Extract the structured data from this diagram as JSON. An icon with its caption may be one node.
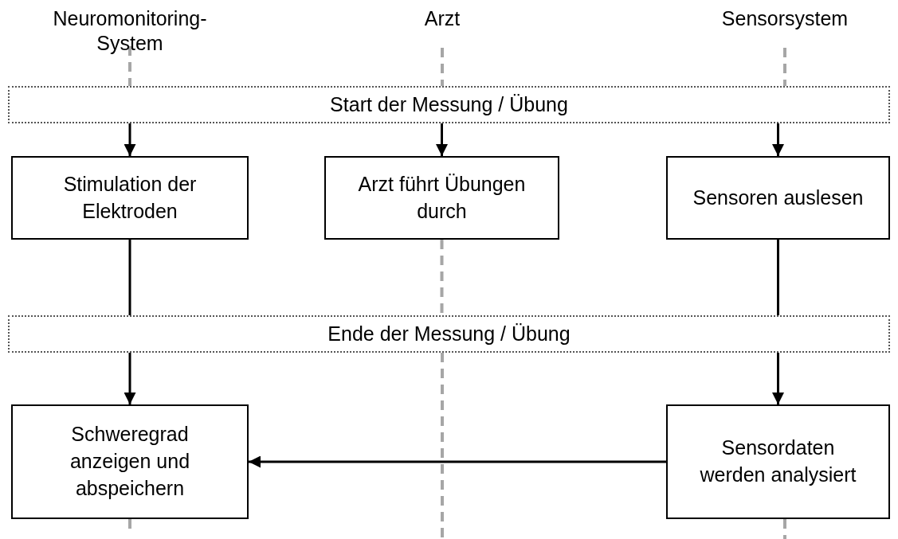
{
  "diagram": {
    "nodes": [
      {
        "text": [
          "Start der Messung / Übung"
        ]
      },
      {
        "text": [
          "Stimulation der Elektroden"
        ]
      },
      {
        "text": [
          "Arzt führt Übungen durch"
        ]
      },
      {
        "text": [
          "Sensoren auslesen"
        ]
      },
      {
        "text": [
          "Ende der Messung / Übung"
        ]
      },
      {
        "text": [
          "Schweregrad anzeigen und abspeichern"
        ]
      },
      {
        "text": [
          "Sensordaten werden analysiert"
        ]
      }
    ],
    "edges": [
      {
        "from": 0,
        "to": 1,
        "arrow": "to"
      },
      {
        "from": 0,
        "to": 2,
        "arrow": "to"
      },
      {
        "from": 0,
        "to": 3,
        "arrow": "to"
      },
      {
        "from": 1,
        "to": 4,
        "arrow": "none"
      },
      {
        "from": 3,
        "to": 4,
        "arrow": "none"
      },
      {
        "from": 4,
        "to": 5,
        "arrow": "to"
      },
      {
        "from": 4,
        "to": 6,
        "arrow": "to"
      },
      {
        "from": 6,
        "to": 5,
        "arrow": "to"
      },
      {
        "from": 2,
        "to": 4,
        "arrow": "none",
        "style": "dashed",
        "color": "#a6a6a6"
      }
    ],
    "labels": [
      "Neuromonitoring-System",
      "Arzt",
      "Sensorsystem"
    ]
  }
}
